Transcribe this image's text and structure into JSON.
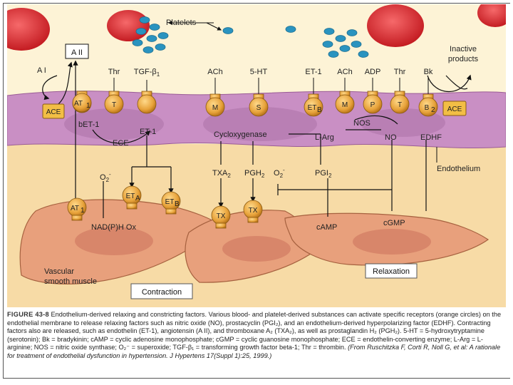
{
  "figure": {
    "labels": {
      "platelets": "Platelets",
      "aII_box": "A II",
      "aI": "A I",
      "ace_left": "ACE",
      "thr_top": "Thr",
      "tgf": "TGF-β",
      "tgf_sub": "1",
      "ach_top": "ACh",
      "ht5": "5-HT",
      "et1_top": "ET-1",
      "ach_top2": "ACh",
      "adp": "ADP",
      "thr_top2": "Thr",
      "bk": "Bk",
      "inactive_line1": "Inactive",
      "inactive_line2": "products",
      "ace_right": "ACE",
      "bet1": "bET-1",
      "ece": "ECE",
      "et1_mid": "ET-1",
      "cyclo": "Cycloxygenase",
      "nos": "NOS",
      "larg": "L-Arg",
      "no": "NO",
      "edhf": "EDHF",
      "endothelium": "Endothelium",
      "o2_left": "O",
      "o2_left_sub": "2",
      "o2_left_sup": "-",
      "txa2": "TXA",
      "txa2_sub": "2",
      "pgh2": "PGH",
      "pgh2_sub": "2",
      "o2_right": "O",
      "o2_right_sub": "2",
      "o2_right_sup": "-",
      "pgi2": "PGI",
      "pgi2_sub": "2",
      "nadph": "NAD(P)H Ox",
      "camp": "cAMP",
      "cgmp": "cGMP",
      "vascular_line1": "Vascular",
      "vascular_line2": "smooth muscle",
      "contraction": "Contraction",
      "relaxation": "Relaxation"
    },
    "receptors": {
      "at1_top": "AT",
      "at1_top_sub": "1",
      "t_left": "T",
      "m_left": "M",
      "s": "S",
      "etb": "ET",
      "etb_sub": "B",
      "m_right": "M",
      "p": "P",
      "t_right": "T",
      "b2": "B",
      "b2_sub": "2",
      "eta": "ET",
      "eta_sub": "A",
      "etb_smooth": "ET",
      "etb_smooth_sub": "B",
      "at1_smooth": "AT",
      "at1_smooth_sub": "1",
      "tx_left": "TX",
      "tx_right": "TX"
    },
    "colors": {
      "endothelium": "#c98fc4",
      "endothelium_dark": "#b277ae",
      "smooth_muscle": "#e8a07c",
      "interstitium": "#f7dba6",
      "lumen": "#fdf3d6",
      "receptor": "#e7a23a",
      "platelet": "#2a93bf",
      "rbc": "#d7262a"
    }
  },
  "caption": {
    "number": "FIGURE 43-8",
    "text": " Endothelium-derived relaxing and constricting factors. Various blood- and platelet-derived substances can activate specific receptors (orange circles) on the endothelial membrane to release relaxing factors such as nitric oxide (NO), prostacyclin (PGI₂), and an endothelium-derived hyperpolarizing factor (EDHF). Contracting factors also are released, such as endothelin (ET-1), angiotensin (A II), and thromboxane A₂ (TXA₂), as well as prostaglandin H₂ (PGH₂). 5-HT = 5-hydroxytryptamine (serotonin); Bk = bradykinin; cAMP = cyclic adenosine monophosphate; cGMP = cyclic guanosine monophosphate; ECE = endothelin-converting enzyme; L-Arg = L-arginine; NOS = nitric oxide synthase; O₂⁻ = superoxide; TGF-β₁ = transforming growth factor beta-1; Thr = thrombin. ",
    "citation": "(From Ruschitzka F, Corti R, Noll G, et al: A rationale for treatment of endothelial dysfunction in hypertension. J Hypertens 17(Suppl 1):25, 1999.)"
  }
}
